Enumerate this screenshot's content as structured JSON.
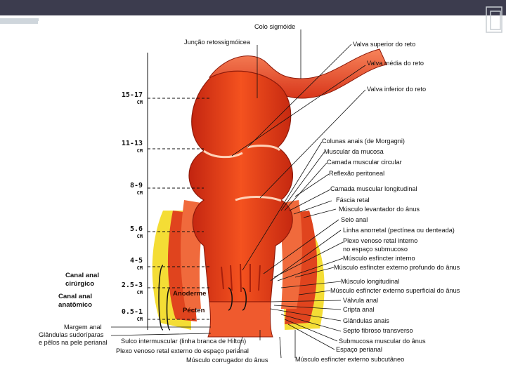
{
  "labels_top": {
    "colo_sigmoide": "Colo sigmóide",
    "juncao": "Junção retossigmóicea",
    "valva_superior": "Valva superior do reto",
    "valva_media": "Valva média do reto",
    "valva_inferior": "Valva inferior do reto"
  },
  "labels_right": [
    "Colunas anais (de Morgagni)",
    "Muscular da mucosa",
    "Camada muscular circular",
    "Reflexão peritoneal",
    "Camada muscular longitudinal",
    "Fáscia retal",
    "Músculo levantador do ânus",
    "Seio anal",
    "Linha anorretal (pectínea ou denteada)",
    "Plexo venoso retal interno",
    "no espaço submucoso",
    "Músculo esfíncter interno",
    "Músculo esfíncter externo profundo do ânus",
    "Músculo longitudinal",
    "Músculo esfíncter externo superficial do ânus",
    "Válvula anal",
    "Cripta anal",
    "Glândulas anais",
    "Septo fibroso transverso",
    "Submucosa muscular do ânus",
    "Espaço perianal",
    "Músculo esfíncter externo subcutâneo"
  ],
  "scale": [
    {
      "value": "15-17",
      "unit": "CM"
    },
    {
      "value": "11-13",
      "unit": "CM"
    },
    {
      "value": "8-9",
      "unit": "CM"
    },
    {
      "value": "5.6",
      "unit": "CM"
    },
    {
      "value": "4-5",
      "unit": "CM"
    },
    {
      "value": "2.5-3",
      "unit": "CM"
    },
    {
      "value": "0.5-1",
      "unit": "CM"
    }
  ],
  "labels_left": {
    "canal_cirurgico_1": "Canal anal",
    "canal_cirurgico_2": "cirúrgico",
    "canal_anatomico_1": "Canal anal",
    "canal_anatomico_2": "anatômico",
    "margem": "Margem anal",
    "glandulas_1": "Glândulas sudoríparas",
    "glandulas_2": "e pêlos na pele perianal"
  },
  "labels_inner": {
    "anoderme": "Anoderme",
    "pecten": "Pécten"
  },
  "labels_bottom": [
    "Sulco intermuscular (linha branca de Hilton)",
    "Plexo venoso retal externo do espaço perianal",
    "Músculo corrugador do ânus"
  ],
  "colors": {
    "topbar": "#3c3c4e",
    "muscle": "#e8391c",
    "fat": "#f5e23a"
  }
}
